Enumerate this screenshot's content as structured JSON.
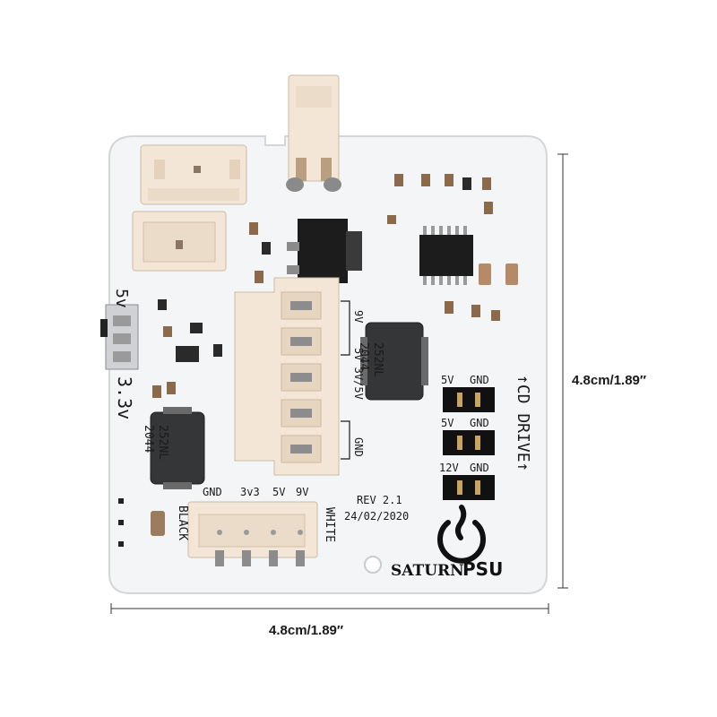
{
  "product": {
    "board_name": "SATURN PSU",
    "brand_left": "SATURN",
    "brand_right": "PSU",
    "revision": "REV 2.1",
    "date": "24/02/2020"
  },
  "silkscreen": {
    "label_5v_left": "5v",
    "label_33v_left": "3.3v",
    "label_9v": "9V",
    "label_5v_33v_5v": "5V 3V/5V",
    "label_gnd_side": "GND",
    "cd_drive": "↑CD DRIVE↑",
    "header_rows": [
      {
        "left": "5V",
        "right": "GND"
      },
      {
        "left": "5V",
        "right": "GND"
      },
      {
        "left": "12V",
        "right": "GND"
      }
    ],
    "bottom_connector_pins": [
      "GND",
      "3v3",
      "5V",
      "9V"
    ],
    "black": "BLACK",
    "white": "WHITE"
  },
  "components": {
    "inductor_right": "252NL\n2044",
    "inductor_left": "252NL\n2044"
  },
  "dimensions": {
    "height_label": "4.8cm/1.89″",
    "width_label": "4.8cm/1.89″"
  },
  "colors": {
    "pcb": "#f4f5f7",
    "connector": "#f3e6d6",
    "ic": "#1c1c1c",
    "silk": "#1a1a1a"
  }
}
